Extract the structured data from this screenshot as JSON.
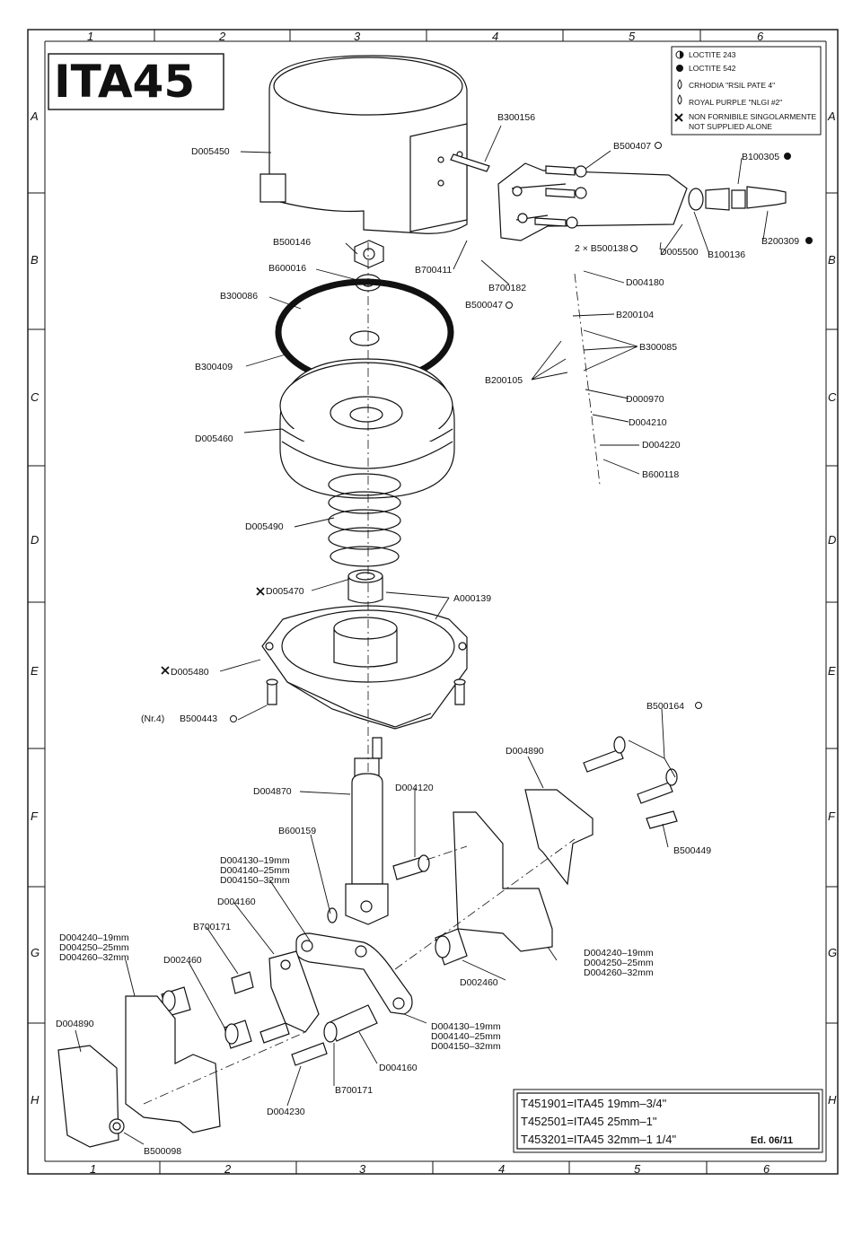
{
  "title": "ITA45",
  "grid": {
    "columns": [
      "1",
      "2",
      "3",
      "4",
      "5",
      "6"
    ],
    "rows": [
      "A",
      "B",
      "C",
      "D",
      "E",
      "F",
      "G",
      "H"
    ]
  },
  "legend": [
    {
      "symbol": "half-circle",
      "text": "LOCTITE 243"
    },
    {
      "symbol": "full-circle",
      "text": "LOCTITE 542"
    },
    {
      "symbol": "drop",
      "text": "CRHODIA \"RSIL PATE 4\""
    },
    {
      "symbol": "drop-a",
      "text": "ROYAL PURPLE \"NLGI #2\""
    },
    {
      "symbol": "cross",
      "text": "NON FORNIBILE SINGOLARMENTE"
    },
    {
      "symbol": "none",
      "text": "NOT SUPPLIED ALONE"
    }
  ],
  "parts": {
    "d005450": "D005450",
    "b300156": "B300156",
    "b500407": "B500407",
    "b100305": "B100305",
    "b500146": "B500146",
    "b600016": "B600016",
    "b700411": "B700411",
    "b500138": "2 × B500138",
    "d005500": "D005500",
    "b100136": "B100136",
    "b200309": "B200309",
    "b300086": "B300086",
    "b700182": "B700182",
    "d004180": "D004180",
    "b500047": "B500047",
    "b200104": "B200104",
    "b300409": "B300409",
    "b300085": "B300085",
    "b200105": "B200105",
    "d000970": "D000970",
    "d005460": "D005460",
    "d004210": "D004210",
    "d004220": "D004220",
    "b600118": "B600118",
    "d005490": "D005490",
    "d005470": "D005470",
    "a000139": "A000139",
    "d005480": "D005480",
    "nr4": "(Nr.4)",
    "b500443": "B500443",
    "b500164": "B500164",
    "d004890a": "D004890",
    "d004870": "D004870",
    "d004120": "D004120",
    "b600159": "B600159",
    "b500449": "B500449",
    "d004130a": "D004130–19mm",
    "d004140a": "D004140–25mm",
    "d004150a": "D004150–32mm",
    "d004160a": "D004160",
    "b700171a": "B700171",
    "d002460a": "D002460",
    "d004240a": "D004240–19mm",
    "d004250a": "D004250–25mm",
    "d004260a": "D004260–32mm",
    "d004240b": "D004240–19mm",
    "d004250b": "D004250–25mm",
    "d004260b": "D004260–32mm",
    "d002460b": "D002460",
    "d004890b": "D004890",
    "d004130b": "D004130–19mm",
    "d004140b": "D004140–25mm",
    "d004150b": "D004150–32mm",
    "d004160b": "D004160",
    "b700171b": "B700171",
    "d004230": "D004230",
    "b500098": "B500098"
  },
  "title_block": {
    "lines": [
      "T451901=ITA45  19mm–3/4\"",
      "T452501=ITA45  25mm–1\"",
      "T453201=ITA45  32mm–1  1/4\""
    ],
    "edition": "Ed. 06/11"
  },
  "colors": {
    "ink": "#111111",
    "background": "#ffffff"
  }
}
